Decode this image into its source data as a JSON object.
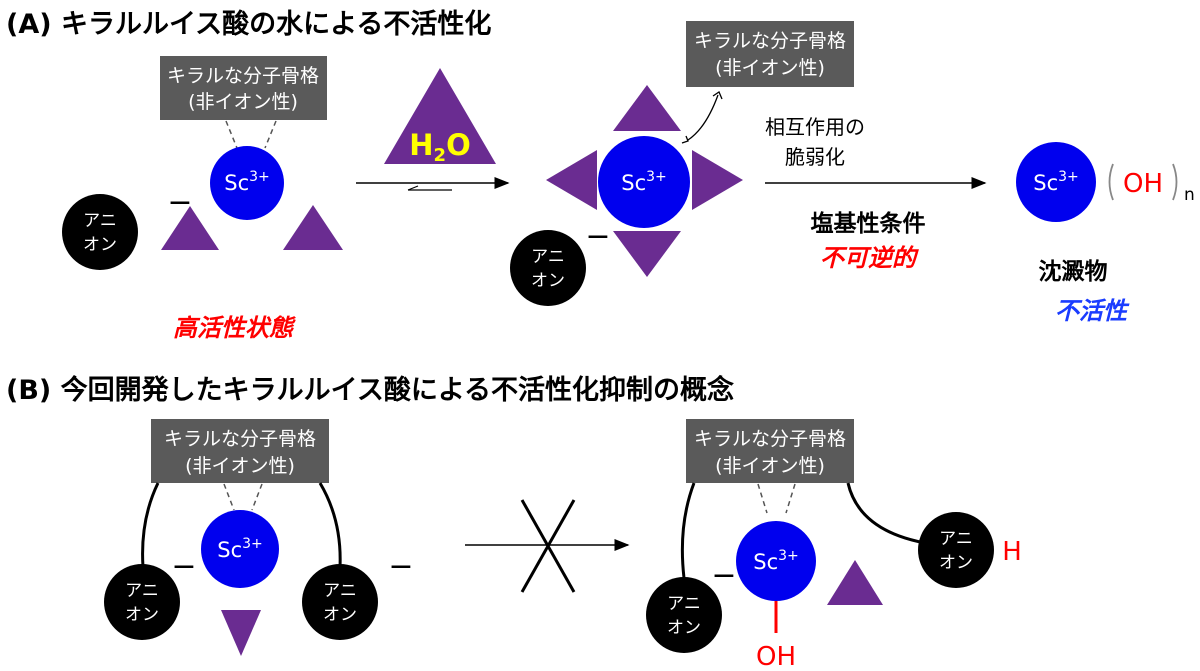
{
  "section_a": {
    "heading": "(A) キラルルイス酸の水による不活性化",
    "skeleton_line1": "キラルな分子骨格",
    "skeleton_line2": "(非イオン性)",
    "metal": "Sc",
    "charge": "3+",
    "anion_line1": "アニ",
    "anion_line2": "オン",
    "minus": "−",
    "water_h": "H",
    "water_sub": "2",
    "water_o": "O",
    "interaction_line1": "相互作用の",
    "interaction_line2": "脆弱化",
    "condition": "塩基性条件",
    "irreversible": "不可逆的",
    "high_activity": "高活性状態",
    "hydroxide_oh": "OH",
    "hydroxide_n": "n",
    "precipitate": "沈澱物",
    "inactive": "不活性"
  },
  "section_b": {
    "heading": "(B) 今回開発したキラルルイス酸による不活性化抑制の概念",
    "skeleton_line1": "キラルな分子骨格",
    "skeleton_line2": "(非イオン性)",
    "metal": "Sc",
    "charge": "3+",
    "anion_line1": "アニ",
    "anion_line2": "オン",
    "minus": "−",
    "oh": "OH",
    "h": "H"
  },
  "colors": {
    "metal_blue": "#0000ee",
    "ligand_purple": "#6a2c91",
    "box_gray": "#5a5a5a",
    "red": "#ff0000",
    "blue_text": "#1a3cff",
    "water_yellow": "#ffff00"
  }
}
